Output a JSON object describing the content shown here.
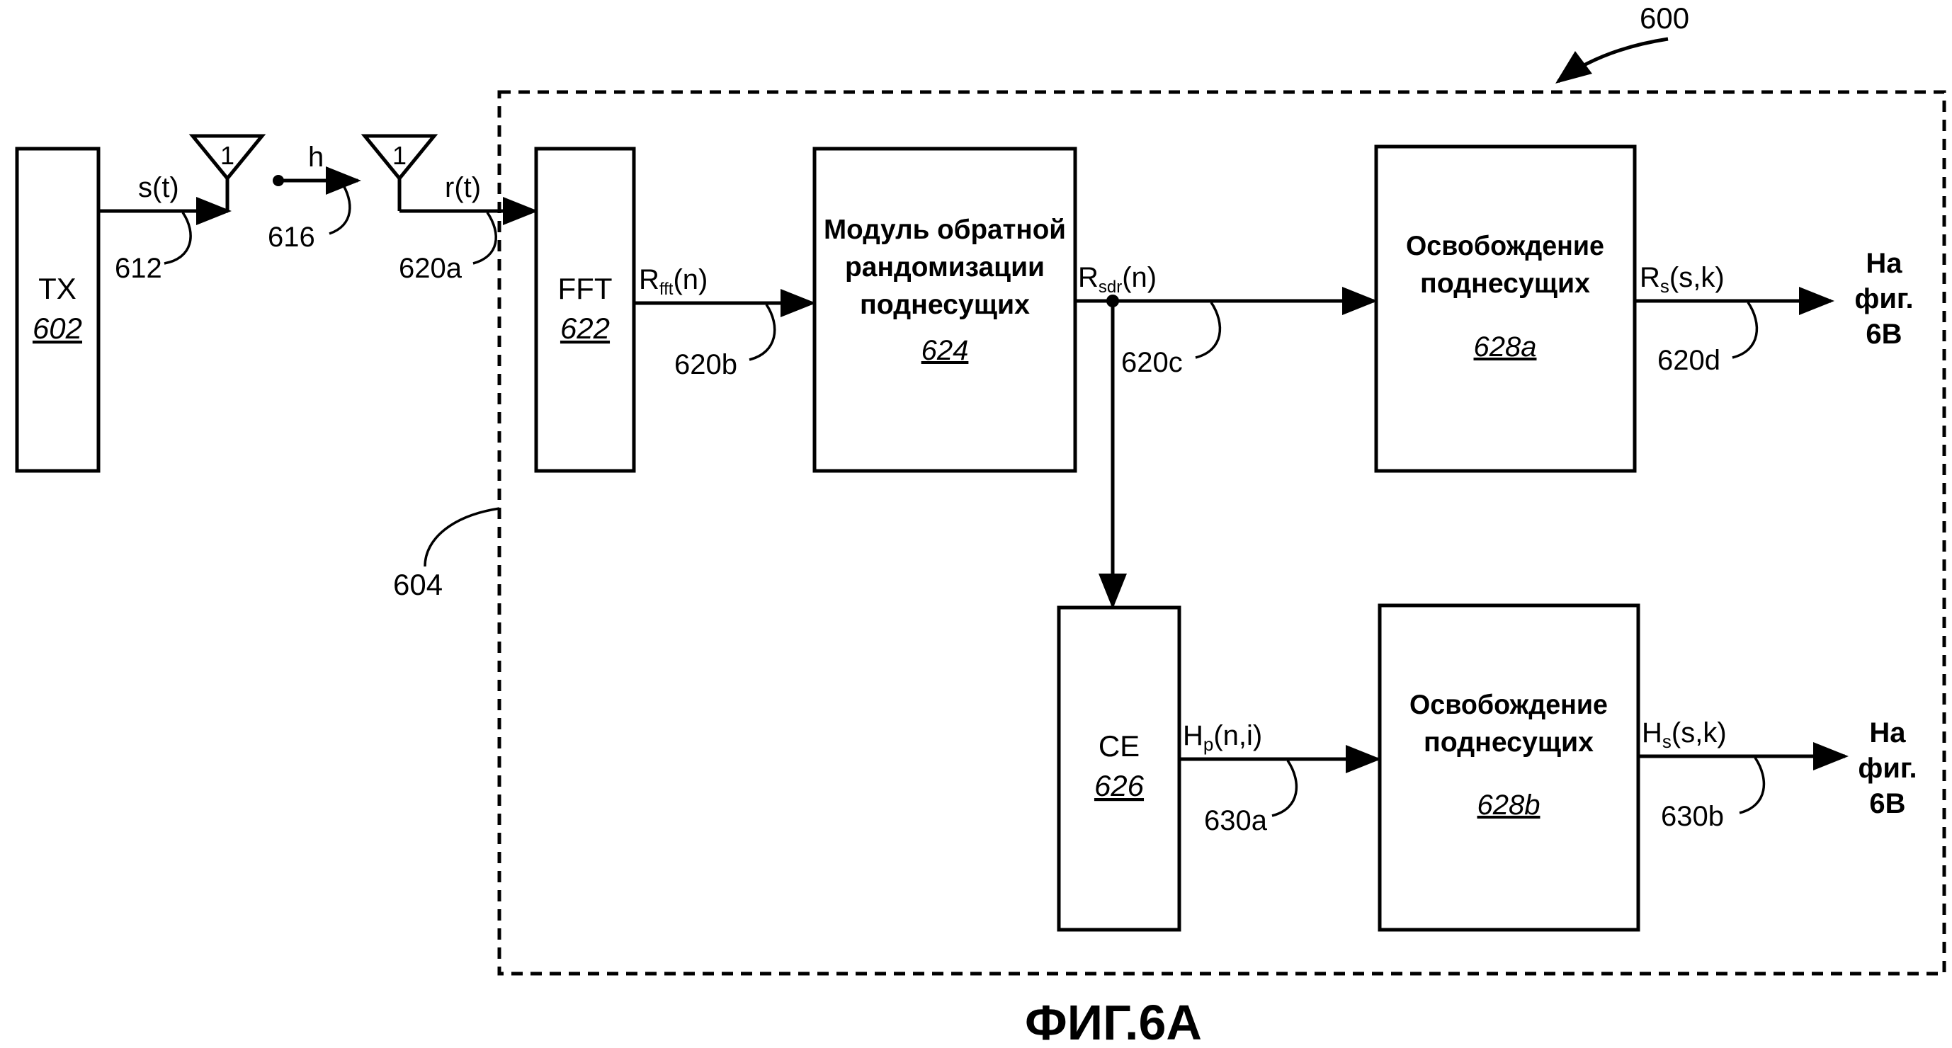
{
  "figure_ref": "600",
  "system_ref": "604",
  "tx": {
    "name": "TX",
    "ref": "602"
  },
  "signals": {
    "s": "s(t)",
    "s_ref": "612",
    "h": "h",
    "h_ref": "616",
    "r": "r(t)",
    "r_ref": "620a",
    "rfft_main": "R",
    "rfft_sub": "fft",
    "rfft_arg": "(n)",
    "rfft_ref": "620b",
    "rsdr_main": "R",
    "rsdr_sub": "sdr",
    "rsdr_arg": "(n)",
    "rsdr_ref": "620c",
    "rs_main": "R",
    "rs_sub": "s",
    "rs_arg": "(s,k)",
    "rs_ref": "620d",
    "hp_main": "H",
    "hp_sub": "p",
    "hp_arg": "(n,i)",
    "hp_ref": "630a",
    "hs_main": "H",
    "hs_sub": "s",
    "hs_arg": "(s,k)",
    "hs_ref": "630b"
  },
  "antenna_label": "1",
  "fft": {
    "name": "FFT",
    "ref": "622"
  },
  "derand": {
    "line1": "Модуль обратной",
    "line2": "рандомизации",
    "line3": "поднесущих",
    "ref": "624"
  },
  "release_a": {
    "line1": "Освобождение",
    "line2": "поднесущих",
    "ref": "628a"
  },
  "release_b": {
    "line1": "Освобождение",
    "line2": "поднесущих",
    "ref": "628b"
  },
  "ce": {
    "name": "CE",
    "ref": "626"
  },
  "out_a": {
    "line1": "На",
    "line2": "фиг.",
    "line3": "6B"
  },
  "out_b": {
    "line1": "На",
    "line2": "фиг.",
    "line3": "6B"
  },
  "caption": "ФИГ.6А"
}
